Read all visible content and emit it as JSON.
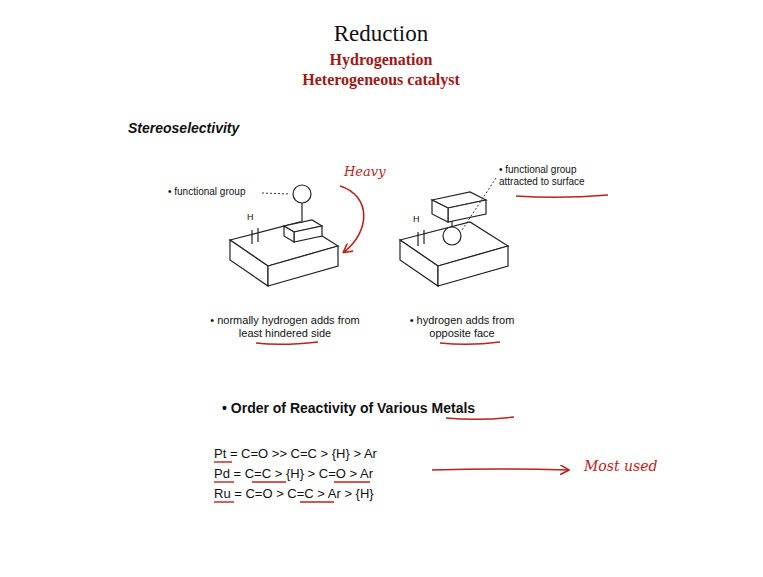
{
  "diagram": {
    "title": "Reduction",
    "labels": [
      "Hydrogenation",
      "Heterogeneous catalyst",
      "Stereoselectivity",
      "• functional group",
      "Heavy",
      "• functional group attracted to surface",
      "H",
      "H",
      "• normally hydrogen adds from least hindered side",
      "• hydrogen adds from opposite face",
      "• Order of Reactivity of Various Metals",
      "Pt = C=O >> C=C > {H} > Ar",
      "Pd = C=C > {H} > C=O > Ar",
      "Ru = C=O > C=C > Ar > {H}",
      "Most used"
    ]
  }
}
